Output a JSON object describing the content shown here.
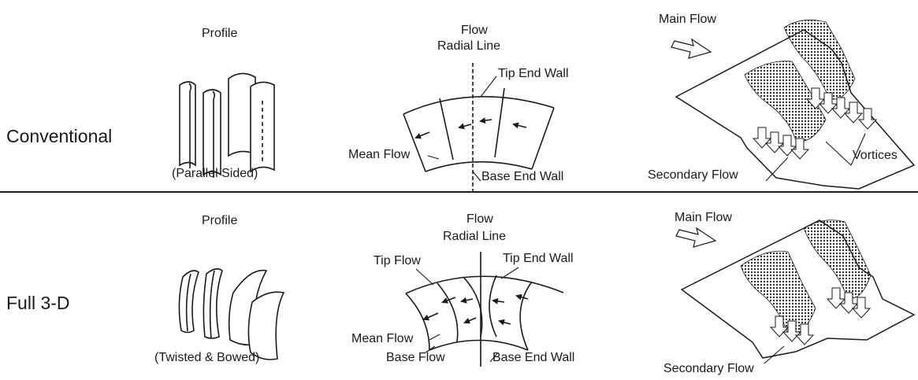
{
  "rows": [
    {
      "label": "Conventional",
      "profile": {
        "title": "Profile",
        "caption": "(Parallel Sided)"
      },
      "flow": {
        "title": "Flow",
        "radial_line": "Radial Line",
        "tip_end_wall": "Tip End Wall",
        "mean_flow": "Mean Flow",
        "base_end_wall": "Base End Wall"
      },
      "secondary": {
        "main_flow": "Main Flow",
        "secondary_flow": "Secondary Flow",
        "vortices": "Vortices"
      }
    },
    {
      "label": "Full 3-D",
      "profile": {
        "title": "Profile",
        "caption": "(Twisted & Bowed)"
      },
      "flow": {
        "title": "Flow",
        "radial_line": "Radial Line",
        "tip_flow": "Tip Flow",
        "tip_end_wall": "Tip End Wall",
        "mean_flow": "Mean Flow",
        "base_flow": "Base Flow",
        "base_end_wall": "Base End Wall"
      },
      "secondary": {
        "main_flow": "Main Flow",
        "secondary_flow": "Secondary Flow"
      }
    }
  ],
  "colors": {
    "ink": "#1a1a1a",
    "dot": "#2a2a2a",
    "background": "#ffffff"
  }
}
